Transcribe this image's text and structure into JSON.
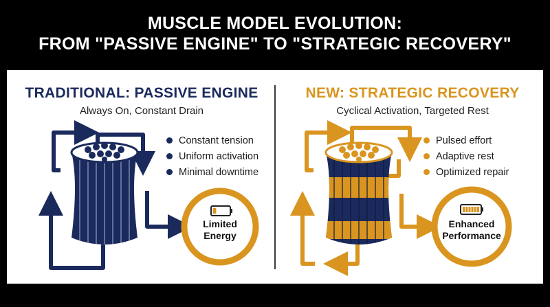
{
  "title": {
    "line1": "MUSCLE MODEL EVOLUTION:",
    "line2": "FROM \"PASSIVE ENGINE\" TO \"STRATEGIC RECOVERY\""
  },
  "colors": {
    "navy": "#1b2a5c",
    "gold": "#d9951f",
    "background": "#000000",
    "panel": "#ffffff"
  },
  "left": {
    "heading": "TRADITIONAL: PASSIVE ENGINE",
    "subheading": "Always On, Constant Drain",
    "bullets": [
      "Constant tension",
      "Uniform activation",
      "Minimal downtime"
    ],
    "result": {
      "line1": "Limited",
      "line2": "Energy",
      "icon": "battery-low-icon",
      "battery_level": 0.2
    },
    "icon": "muscle-fiber-bundle-icon"
  },
  "right": {
    "heading": "NEW: STRATEGIC RECOVERY",
    "subheading": "Cyclical Activation, Targeted Rest",
    "bullets": [
      "Pulsed effort",
      "Adaptive rest",
      "Optimized repair"
    ],
    "result": {
      "line1": "Enhanced",
      "line2": "Performance",
      "icon": "battery-full-icon",
      "battery_level": 1.0
    },
    "icon": "muscle-fiber-bundle-striped-icon"
  }
}
